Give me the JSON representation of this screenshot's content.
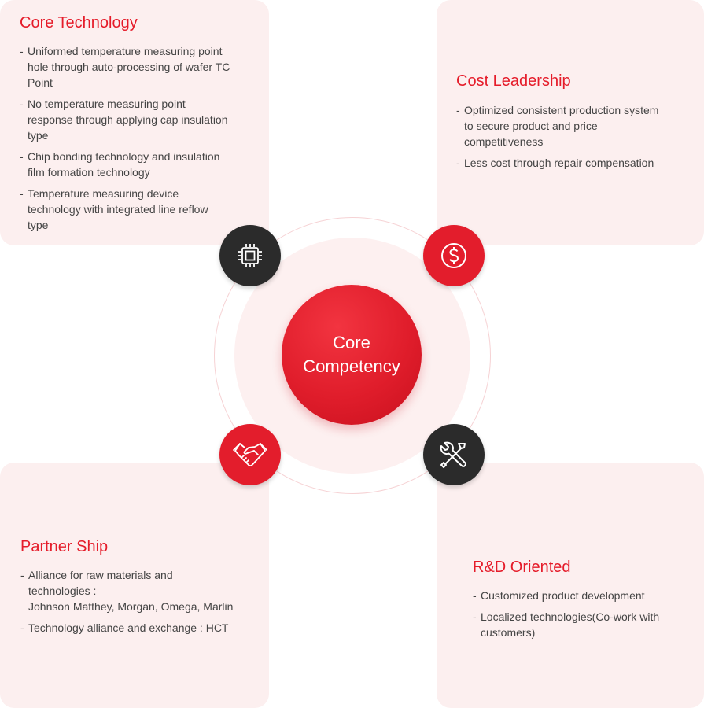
{
  "center": {
    "line1": "Core",
    "line2": "Competency"
  },
  "panels": {
    "core": {
      "title": "Core Technology",
      "icon": "chip-icon",
      "items": [
        "Uniformed temperature measuring point\nhole through auto-processing of wafer TC\nPoint",
        "No temperature measuring point\nresponse through applying cap insulation\ntype",
        "Chip bonding technology and insulation\nfilm formation technology",
        "Temperature measuring device\ntechnology with integrated line reflow\ntype"
      ]
    },
    "cost": {
      "title": "Cost Leadership",
      "icon": "dollar-icon",
      "items": [
        "Optimized consistent production system\nto secure product and price\ncompetitiveness",
        "Less cost through repair compensation"
      ]
    },
    "partner": {
      "title": "Partner Ship",
      "icon": "handshake-icon",
      "items": [
        "Alliance for raw materials and\ntechnologies :\n Johnson Matthey, Morgan, Omega, Marlin",
        "Technology alliance and exchange : HCT"
      ]
    },
    "rnd": {
      "title": "R&D Oriented",
      "icon": "tools-icon",
      "items": [
        "Customized product development",
        "Localized technologies(Co-work with\ncustomers)"
      ]
    }
  },
  "colors": {
    "accent": "#e51c2a",
    "dark": "#2b2b2b",
    "panel_bg": "#fcefef"
  }
}
